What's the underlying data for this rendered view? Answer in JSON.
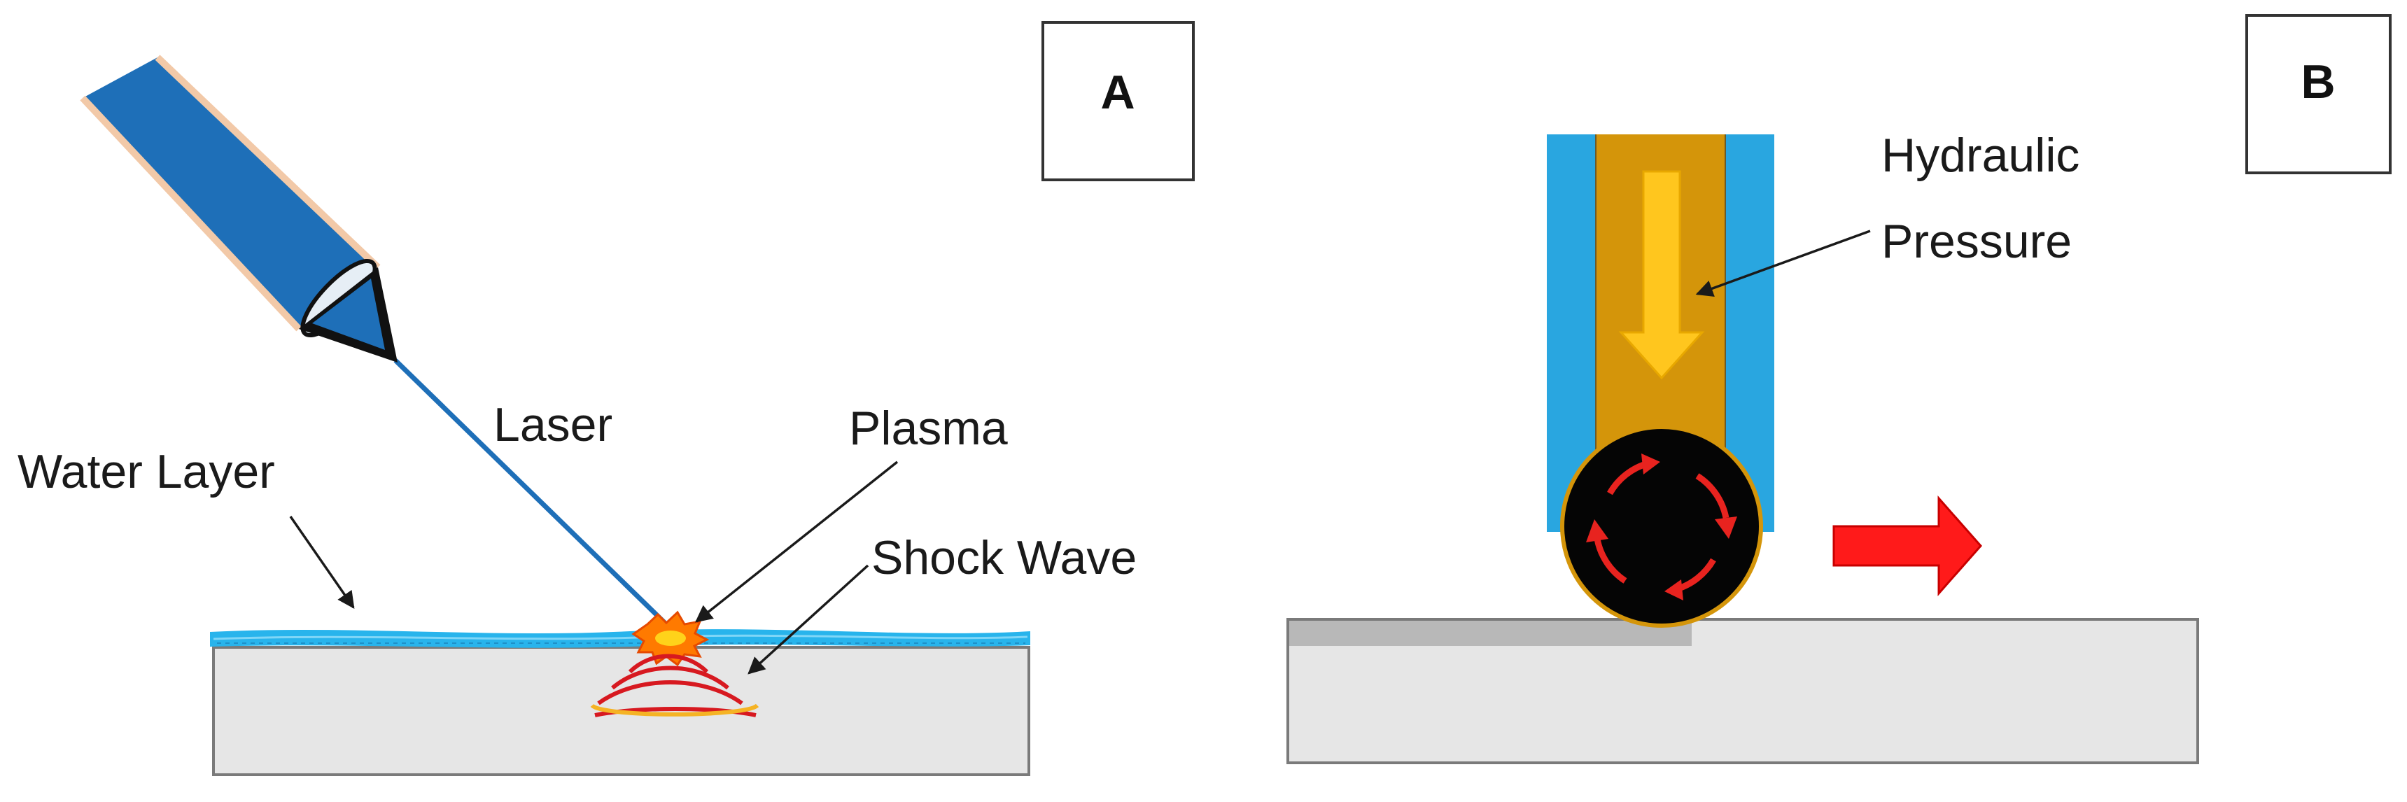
{
  "panels": {
    "a": {
      "label": "A",
      "laser_label": "Laser",
      "plasma_label": "Plasma",
      "water_label": "Water Layer",
      "shock_label": "Shock Wave"
    },
    "b": {
      "label": "B",
      "pressure_label_line1": "Hydraulic",
      "pressure_label_line2": "Pressure"
    }
  },
  "colors": {
    "laser_head": "#1e6fb8",
    "laser_head_rim": "#f2c9a8",
    "water": "#28b4ec",
    "workpiece": "#e6e6e6",
    "workpiece_edge": "#7a7a7a",
    "plasma": "#ff7a00",
    "shock_inner": "#d71920",
    "shock_outer": "#f5b324",
    "housing_blue": "#29a6e0",
    "housing_gold": "#d4950a",
    "pressure_arrow": "#ffc61e",
    "ball": "#050505",
    "rotation_arrows": "#e8231f",
    "motion_arrow": "#ff1a1a",
    "treated_zone": "#b8b8b8"
  },
  "icons": {
    "laser": "laser-head-icon",
    "ball": "roller-ball-icon",
    "motion": "right-arrow-icon"
  }
}
